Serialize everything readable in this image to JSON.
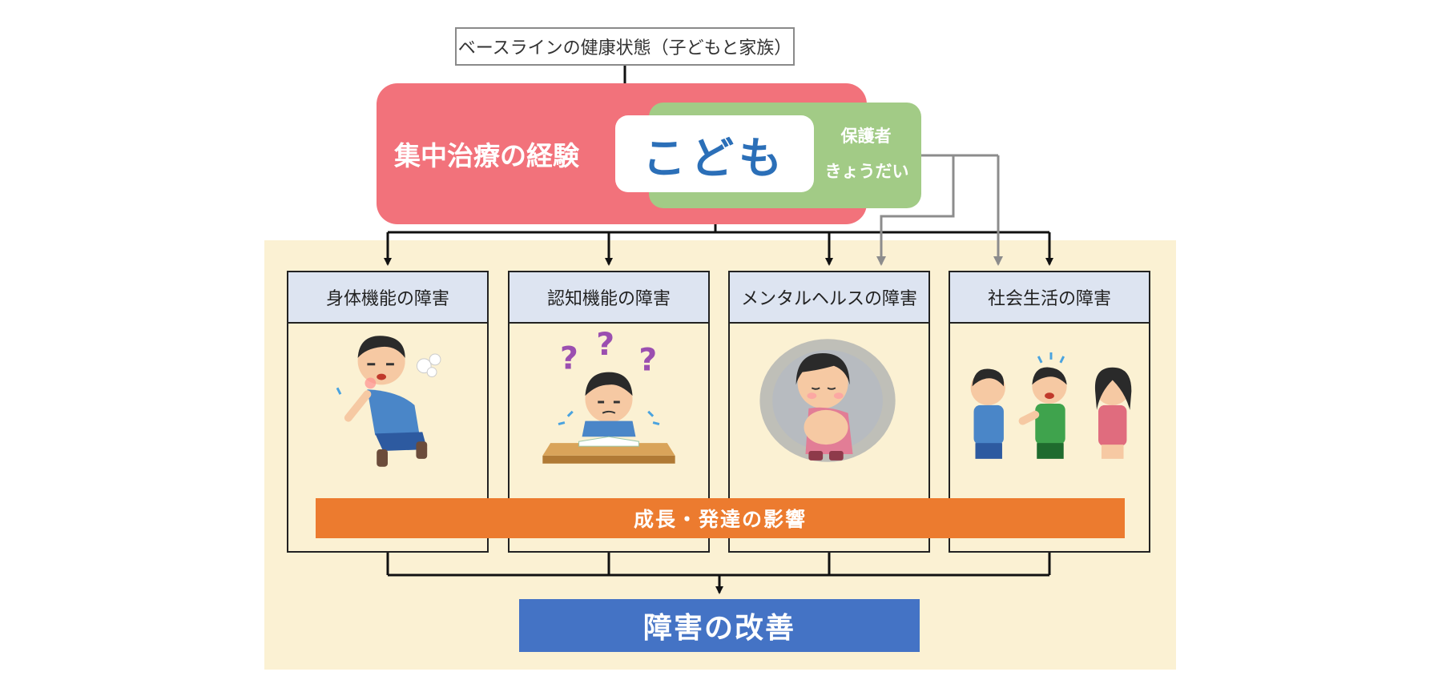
{
  "baseline": "ベースラインの健康状態（子どもと家族）",
  "icu_experience": "集中治療の経験",
  "child": "こども",
  "family": {
    "line1": "保護者",
    "line2": "きょうだい"
  },
  "impairments": [
    {
      "title": "身体機能の障害",
      "illustration": "tired-boy-illustration"
    },
    {
      "title": "認知機能の障害",
      "illustration": "confused-studying-boy-illustration"
    },
    {
      "title": "メンタルヘルスの障害",
      "illustration": "sad-hugging-knees-girl-illustration"
    },
    {
      "title": "社会生活の障害",
      "illustration": "children-group-illustration"
    }
  ],
  "growth_development": "成長・発達の影響",
  "outcome": "障害の改善",
  "colors": {
    "icu": "#f2727b",
    "family": "#a2cb86",
    "child_text": "#2b6fb8",
    "area": "#fbf1d3",
    "panel_header": "#dde4f1",
    "growth": "#ec7b2f",
    "outcome": "#4473c5",
    "family_arrow": "#8c8c8c"
  }
}
